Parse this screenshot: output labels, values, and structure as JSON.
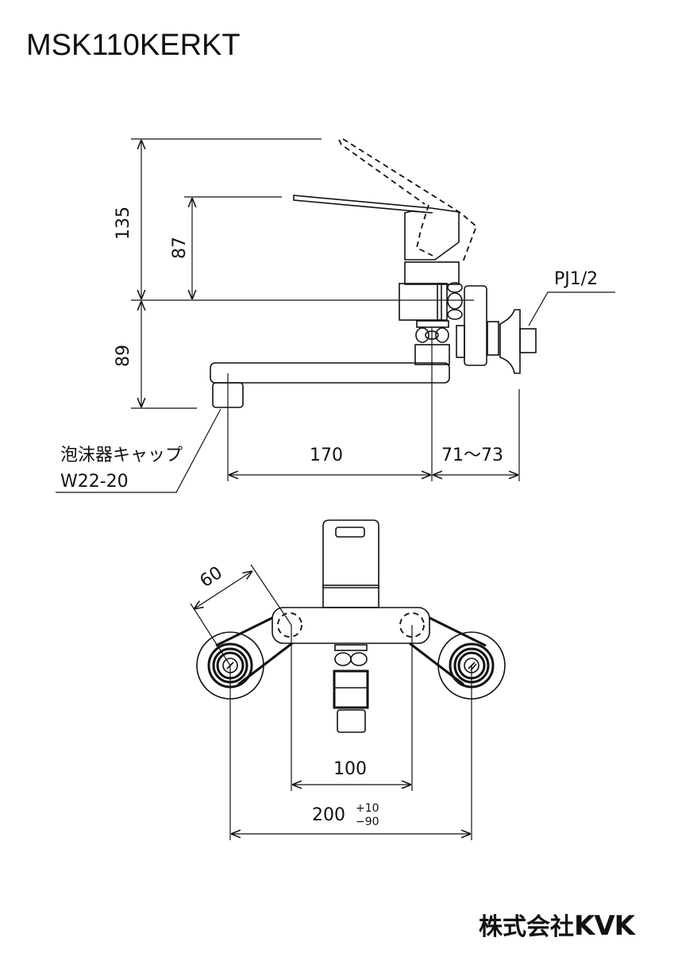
{
  "title": "MSK110KERKT",
  "side_view": {
    "dim_135": "135",
    "dim_87": "87",
    "dim_89": "89",
    "dim_170": "170",
    "dim_71_73": "71～73",
    "connection": "PJ1/2",
    "aerator_label": "泡沫器キャップ",
    "aerator_size": "W22-20"
  },
  "front_view": {
    "dim_60": "60",
    "dim_100": "100",
    "dim_200": "200",
    "tol_plus": "+10",
    "tol_minus": "−90"
  },
  "logo": {
    "jp": "株式会社",
    "brand": "KVK"
  }
}
